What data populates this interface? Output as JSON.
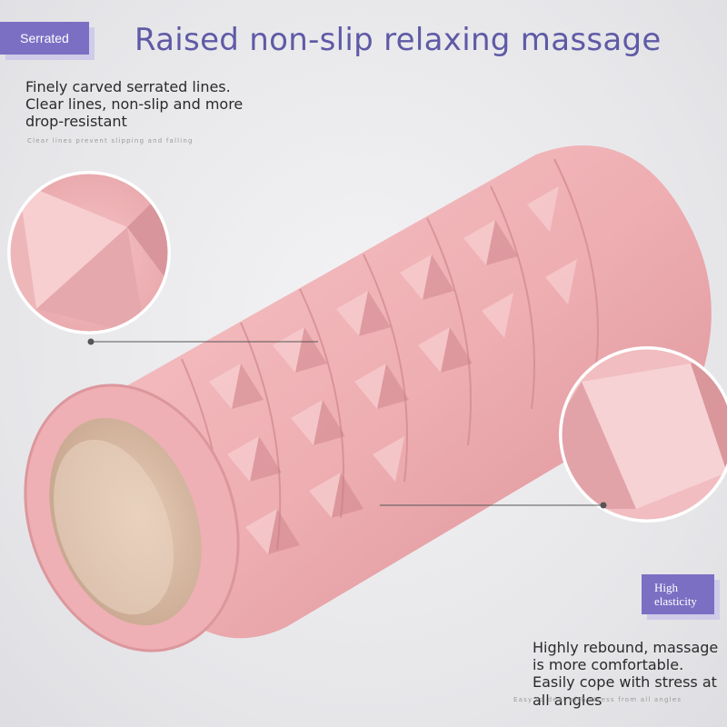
{
  "header": {
    "tag_label": "Serrated",
    "headline": "Raised non-slip relaxing massage"
  },
  "feature_left": {
    "description": "Finely carved serrated lines. Clear lines, non-slip and more drop-resistant",
    "caption": "Clear lines prevent slipping and falling"
  },
  "feature_right": {
    "tag_label": "High elasticity",
    "description": "Highly rebound, massage is more comfortable. Easily cope with stress at all angles",
    "caption": "Easy to deal with stress from all angles"
  },
  "product": {
    "name_icon": "foam-roller-icon",
    "color": "#f0b3b6"
  },
  "colors": {
    "accent": "#7b6fc4",
    "headline": "#5f5aa6"
  }
}
